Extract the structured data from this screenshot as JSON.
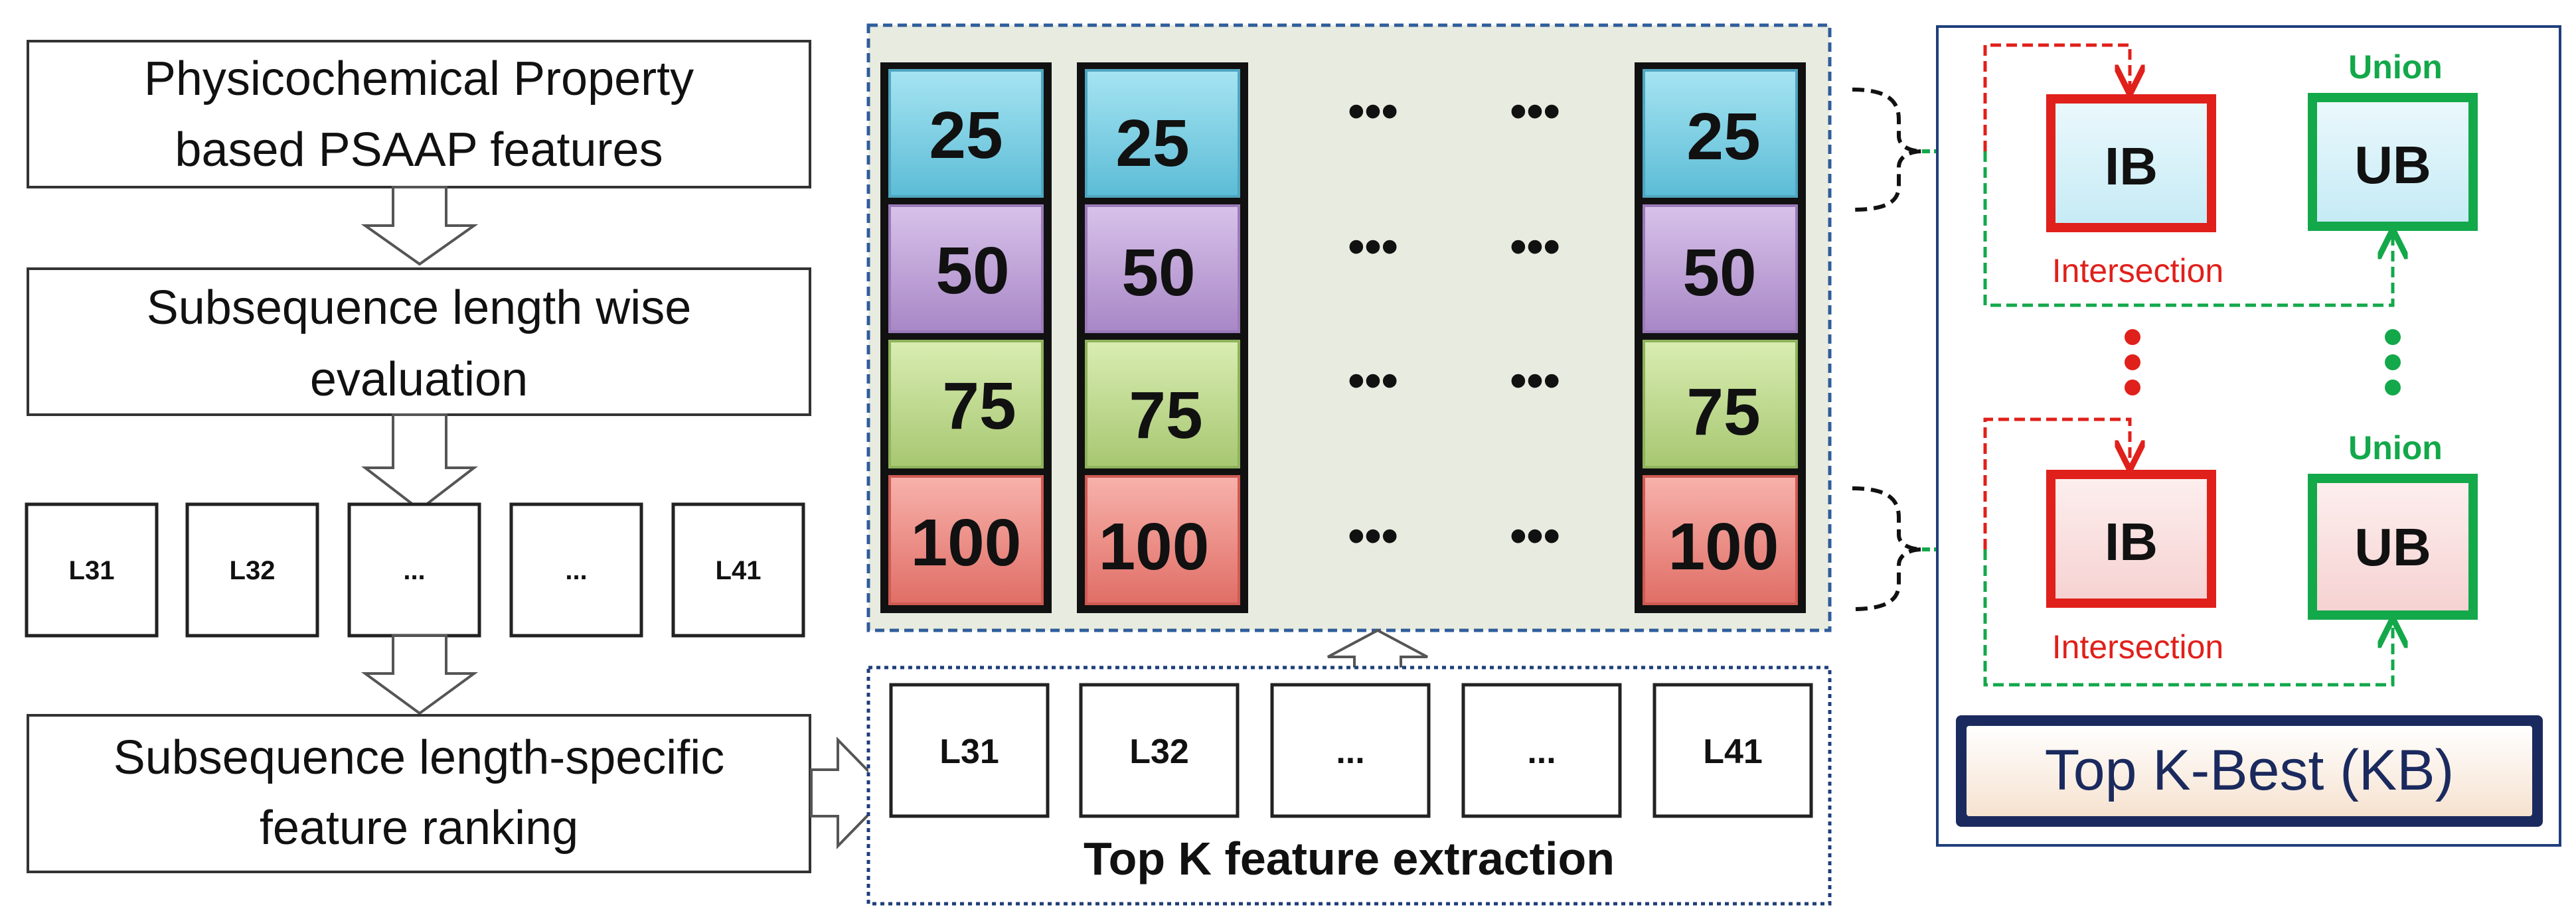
{
  "left_flow": {
    "step1": [
      "Physicochemical Property",
      "based PSAAP features"
    ],
    "step2": [
      "Subsequence length wise",
      "evaluation"
    ],
    "length_boxes": [
      "L31",
      "L32",
      "...",
      "...",
      "L41"
    ],
    "step3": [
      "Subsequence length-specific",
      "feature ranking"
    ]
  },
  "middle": {
    "stack_values": [
      "25",
      "50",
      "75",
      "100"
    ],
    "ellipsis": "•••",
    "length_boxes": [
      "L31",
      "L32",
      "...",
      "...",
      "L41"
    ],
    "extraction_label": "Top K feature extraction"
  },
  "right": {
    "ib_label": "IB",
    "ub_label": "UB",
    "union_label": "Union",
    "intersection_label": "Intersection",
    "result_label": "Top K-Best (KB)"
  },
  "colors": {
    "cyan": "#7fd3e6",
    "purple": "#c3a6d9",
    "green": "#c2dc8e",
    "red": "#ef8e86",
    "panel_bg": "#e8ebdf",
    "dash_blue": "#2f5d9b",
    "red_line": "#e0201b",
    "green_line": "#13a84a",
    "navy": "#1b2a5e"
  }
}
